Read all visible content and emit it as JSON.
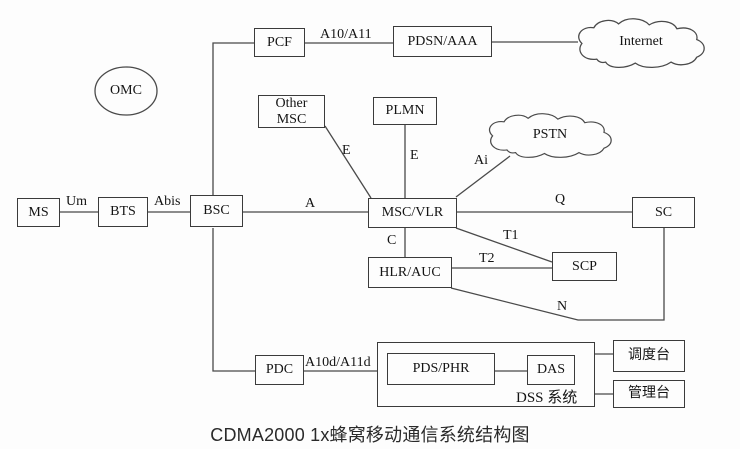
{
  "diagram": {
    "caption": "CDMA2000 1x蜂窝移动通信系统结构图",
    "nodes": {
      "omc": "OMC",
      "pcf": "PCF",
      "pdsn_aaa": "PDSN/AAA",
      "internet": "Internet",
      "other_msc": "Other\nMSC",
      "plmn": "PLMN",
      "pstn": "PSTN",
      "ms": "MS",
      "bts": "BTS",
      "bsc": "BSC",
      "msc_vlr": "MSC/VLR",
      "sc": "SC",
      "hlr_auc": "HLR/AUC",
      "scp": "SCP",
      "pdc": "PDC",
      "pds_phr": "PDS/PHR",
      "das": "DAS",
      "dss_system": "DSS 系统",
      "dispatch_console": "调度台",
      "management_console": "管理台"
    },
    "edge_labels": {
      "um": "Um",
      "abis": "Abis",
      "a": "A",
      "a10_a11": "A10/A11",
      "e_other_msc": "E",
      "e_plmn": "E",
      "ai": "Ai",
      "q": "Q",
      "c": "C",
      "t1": "T1",
      "t2": "T2",
      "n": "N",
      "a10d_a11d": "A10d/A11d"
    },
    "colors": {
      "line": "#4a4a4a",
      "box_border": "#3b3b3b",
      "background": "#fdfdfd",
      "text": "#141414"
    }
  }
}
